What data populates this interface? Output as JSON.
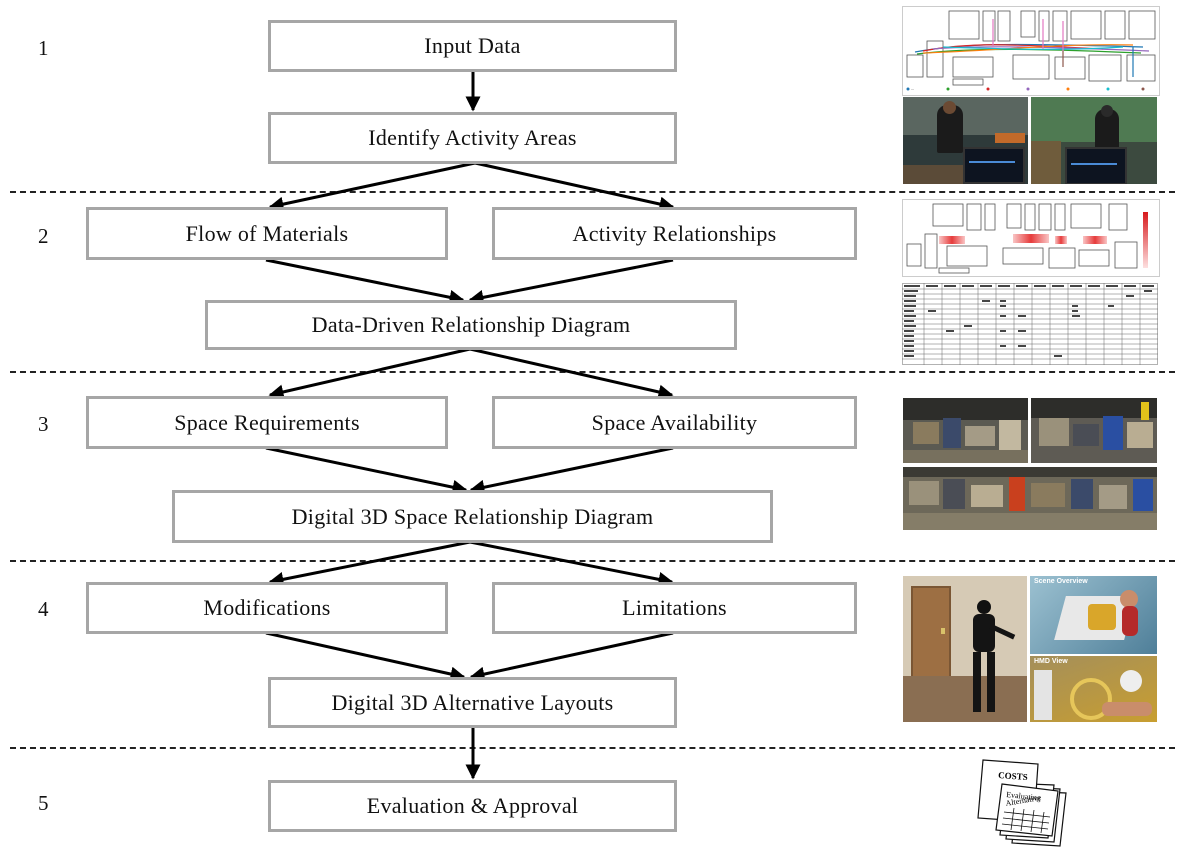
{
  "steps": [
    {
      "number": "1"
    },
    {
      "number": "2"
    },
    {
      "number": "3"
    },
    {
      "number": "4"
    },
    {
      "number": "5"
    }
  ],
  "nodes": {
    "input_data": "Input Data",
    "identify_activity_areas": "Identify Activity Areas",
    "flow_of_materials": "Flow of Materials",
    "activity_relationships": "Activity Relationships",
    "data_driven_relationship_diagram": "Data-Driven Relationship Diagram",
    "space_requirements": "Space Requirements",
    "space_availability": "Space Availability",
    "digital_3d_space_relationship_diagram": "Digital 3D Space Relationship Diagram",
    "modifications": "Modifications",
    "limitations": "Limitations",
    "digital_3d_alternative_layouts": "Digital 3D Alternative Layouts",
    "evaluation_approval": "Evaluation & Approval"
  },
  "thumbnails": {
    "vr_scene_overview_caption": "Scene Overview",
    "vr_hmd_view_caption": "HMD View",
    "costs_label": "COSTS",
    "evaluating_label": "Evaluating",
    "alternative_label": "Alternative"
  },
  "colors": {
    "box_border": "#a6a6a6",
    "arrow": "#000000",
    "separator": "#222222"
  }
}
